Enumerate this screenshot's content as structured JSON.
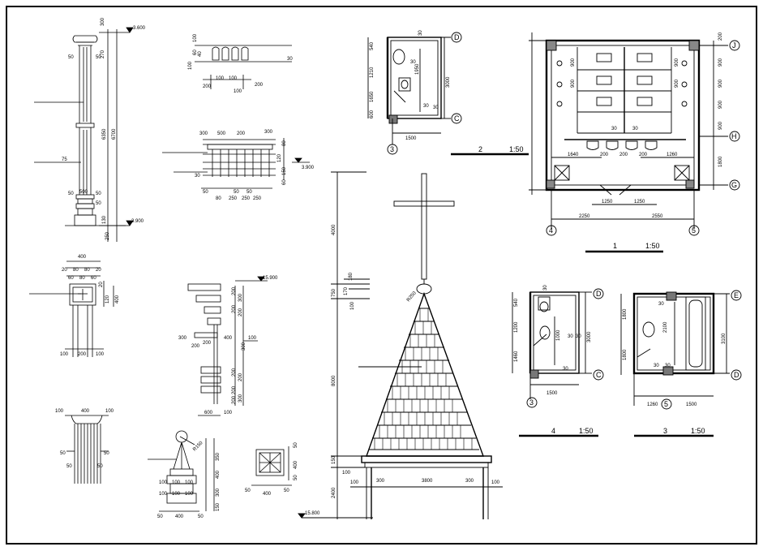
{
  "sheet": {
    "column_detail": {
      "dims_right": [
        "300",
        "270",
        "6350",
        "6700",
        "130",
        "250"
      ],
      "dims_left": [
        "50",
        "75",
        "50"
      ],
      "dims_inner": [
        "50",
        "50",
        "500",
        "50"
      ],
      "levels": [
        "3.600",
        "-3.900"
      ]
    },
    "cornice_detail": {
      "dims": [
        "100",
        "60",
        "40",
        "30",
        "200",
        "200",
        "100",
        "100",
        "100",
        "100"
      ]
    },
    "balustrade_detail": {
      "dims_top": [
        "300",
        "500",
        "200",
        "300"
      ],
      "dims_side": [
        "80",
        "120",
        "150",
        "60",
        "30"
      ],
      "dims_bottom": [
        "50",
        "80",
        "250",
        "50",
        "250",
        "50",
        "250"
      ],
      "level": "3.900"
    },
    "pier_cap_detail": {
      "dims_top": [
        "400",
        "20",
        "80",
        "80",
        "20",
        "60",
        "80",
        "60"
      ],
      "dims_side": [
        "20",
        "120",
        "400"
      ],
      "dims_bottom": [
        "100",
        "200",
        "100"
      ]
    },
    "step_detail": {
      "level": "15.900",
      "dims_left": [
        "200",
        "300",
        "200",
        "400"
      ],
      "dims_right": [
        "200",
        "300",
        "200",
        "200",
        "100",
        "300",
        "200",
        "200",
        "200",
        "300",
        "200"
      ],
      "dims_bottom": [
        "600",
        "100"
      ]
    },
    "base_detail": {
      "dims": [
        "100",
        "400",
        "100",
        "50",
        "50",
        "50",
        "50"
      ]
    },
    "finial_detail": {
      "radius": "R150",
      "dims_right": [
        "350",
        "400",
        "300",
        "150"
      ],
      "dims_left": [
        "100",
        "100",
        "100",
        "100",
        "100",
        "100"
      ],
      "dims_bottom": [
        "50",
        "400",
        "50"
      ]
    },
    "vent_detail": {
      "dims": [
        "50",
        "400",
        "50",
        "50",
        "400",
        "50"
      ]
    },
    "spire_elevation": {
      "heights": [
        "4000",
        "750",
        "8000",
        "150",
        "2400",
        "180",
        "170",
        "100"
      ],
      "width_dims": [
        "100",
        "300",
        "3800",
        "300",
        "100"
      ],
      "radius": "R250",
      "base_level": "15.800"
    },
    "plan_1": {
      "grids_right": [
        "J",
        "H",
        "G"
      ],
      "grids_bottom": [
        "4",
        "5"
      ],
      "dims_right": [
        "200",
        "900",
        "900",
        "900",
        "900",
        "1800"
      ],
      "dims_inner": [
        "900",
        "900",
        "900",
        "900",
        "30",
        "30"
      ],
      "dims_row": [
        "1640",
        "200",
        "200",
        "200",
        "1260"
      ],
      "dims_bottom": [
        "1250",
        "1250",
        "2250",
        "2550"
      ],
      "caption": "1",
      "scale": "1:50"
    },
    "plan_2": {
      "grids_right": [
        "D",
        "C"
      ],
      "grids_bottom": [
        "3"
      ],
      "dims_left": [
        "540",
        "1210",
        "1650",
        "600"
      ],
      "dims_inner": [
        "30",
        "30",
        "1950",
        "30",
        "30"
      ],
      "dims_right": [
        "3000"
      ],
      "dims_bottom": [
        "1500"
      ],
      "caption": "2",
      "scale": "1:50"
    },
    "plan_3": {
      "grids_right": [
        "E",
        "D"
      ],
      "grids_bottom": [
        "5"
      ],
      "dims_left": [
        "1800",
        "1800"
      ],
      "dims_inner": [
        "30",
        "2100",
        "30",
        "30"
      ],
      "dims_right": [
        "3100"
      ],
      "dims_bottom": [
        "1260",
        "1500"
      ],
      "caption": "3",
      "scale": "1:50"
    },
    "plan_4": {
      "grids_right": [
        "D",
        "C"
      ],
      "grids_bottom": [
        "3"
      ],
      "dims_left": [
        "540",
        "1200",
        "1460"
      ],
      "dims_inner": [
        "30",
        "1000",
        "30",
        "30",
        "30"
      ],
      "dims_right": [
        "3000"
      ],
      "dims_bottom": [
        "1500"
      ],
      "caption": "4",
      "scale": "1:50"
    }
  }
}
